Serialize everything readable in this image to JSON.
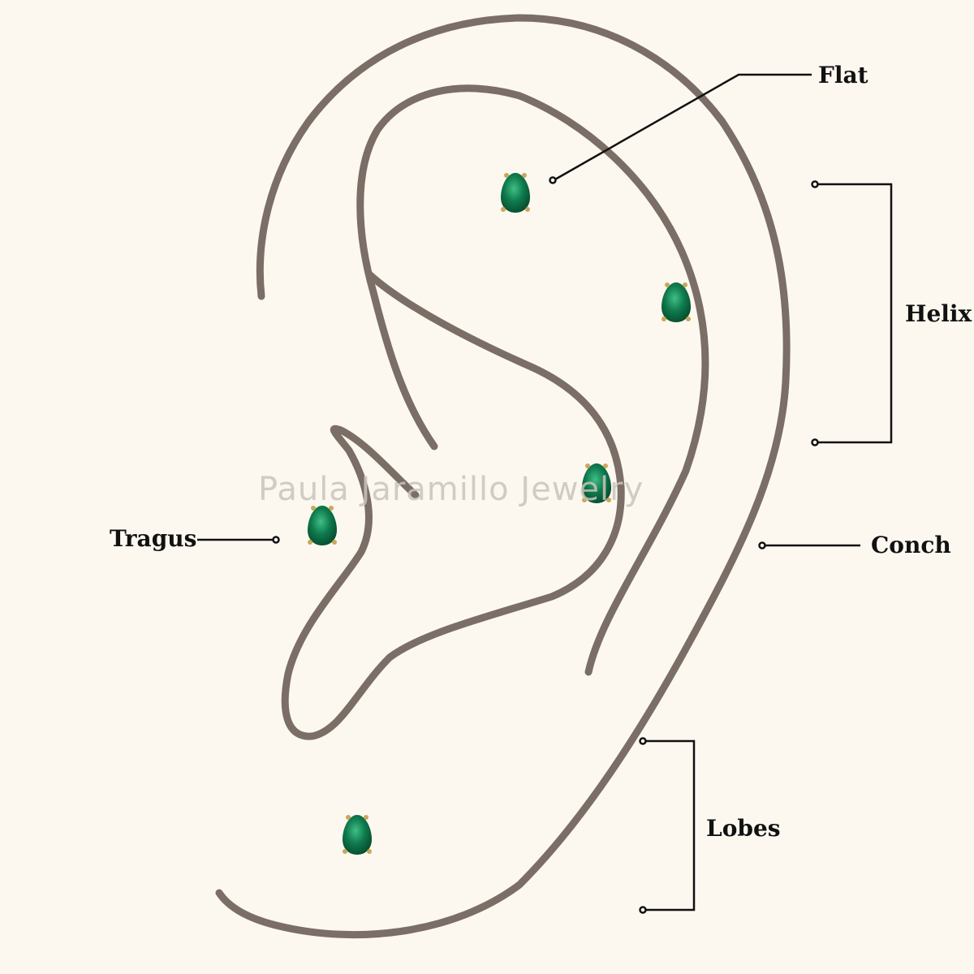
{
  "watermark": "Paula Jaramillo Jewelry",
  "labels": {
    "flat": "Flat",
    "helix": "Helix",
    "conch": "Conch",
    "tragus": "Tragus",
    "lobes": "Lobes"
  },
  "colors": {
    "background": "#fcf8f0",
    "ear_outline": "#7a6e66",
    "gem": "#0f7a4e",
    "prong": "#c9a85a",
    "leader": "#111111"
  },
  "icons": [
    "emerald-stud-icon"
  ]
}
